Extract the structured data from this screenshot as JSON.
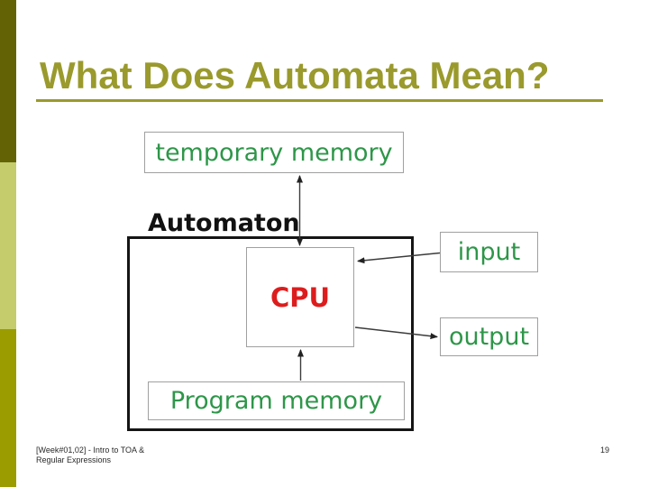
{
  "slide": {
    "title": "What Does Automata Mean?",
    "footer_line1": "[Week#01,02] - Intro to TOA &",
    "footer_line2": "Regular Expressions",
    "page_number": "19"
  },
  "diagram": {
    "automaton_label": "Automaton",
    "boxes": {
      "temporary_memory": "temporary memory",
      "cpu": "CPU",
      "program_memory": "Program memory",
      "input": "input",
      "output": "output"
    },
    "connections": [
      {
        "from": "cpu",
        "to": "temporary_memory",
        "style": "double-headed-vertical-arrow"
      },
      {
        "from": "program_memory",
        "to": "cpu",
        "style": "single-headed-vertical-arrow"
      },
      {
        "from": "input",
        "to": "cpu",
        "style": "single-headed-arrow"
      },
      {
        "from": "cpu",
        "to": "output",
        "style": "single-headed-arrow"
      }
    ]
  },
  "colors": {
    "title_olive": "#9a9a2d",
    "green_text": "#2e9649",
    "red_text": "#dd1d1d",
    "sidebar_dark": "#636305",
    "sidebar_light": "#c5cc6b",
    "sidebar_medium": "#9a9c00",
    "outer_box_border": "#151515",
    "inner_box_border": "#a0a0a0"
  }
}
